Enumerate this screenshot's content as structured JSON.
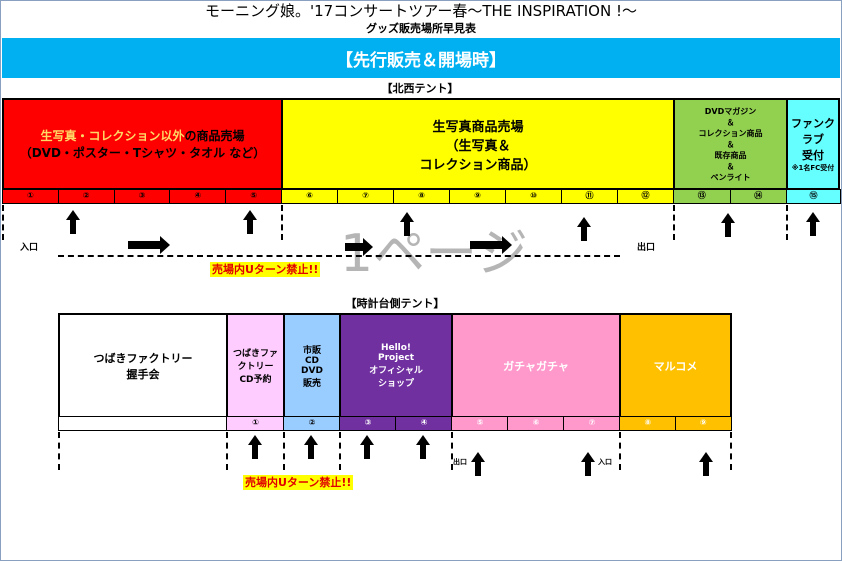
{
  "title": "モーニング娘。'17コンサートツアー春〜THE INSPIRATION !〜",
  "subtitle": "グッズ販売場所早見表",
  "banner": "【先行販売＆開場時】",
  "watermark": "1ページ",
  "north": {
    "label": "【北西テント】",
    "sections": [
      {
        "text_highlight": "生写真・コレクション以外",
        "text": "の商品売場\n（DVD・ポスター・Tシャツ・タオル など）",
        "color": "#ff0000",
        "numbers": [
          "①",
          "②",
          "③",
          "④",
          "⑤"
        ]
      },
      {
        "text": "生写真商品売場\n（生写真＆\nコレクション商品）",
        "color": "#ffff00",
        "numbers": [
          "⑥",
          "⑦",
          "⑧",
          "⑨",
          "⑩",
          "⑪",
          "⑫"
        ]
      },
      {
        "text": "DVDマガジン\n＆\nコレクション商品\n＆\n既存商品\n＆\nペンライト",
        "color": "#92d050",
        "numbers": [
          "⑬",
          "⑭"
        ]
      },
      {
        "text": "ファンクラブ\n受付",
        "note": "※1名FC受付",
        "color": "#66ffff",
        "numbers": [
          "⑮"
        ]
      }
    ],
    "entrance": "入口",
    "exit": "出口",
    "warning": "売場内Uターン禁止!!"
  },
  "clock": {
    "label": "【時計台側テント】",
    "sections": [
      {
        "text": "つばきファクトリー\n握手会",
        "color": "#ffffff",
        "numbers": [
          ""
        ]
      },
      {
        "text": "つばきファ\nクトリー\nCD予約",
        "color": "#ffccff",
        "numbers": [
          "①"
        ]
      },
      {
        "text": "市販\nCD\nDVD\n販売",
        "color": "#99ccff",
        "numbers": [
          "②"
        ]
      },
      {
        "text": "Hello!\nProject\nオフィシャル\nショップ",
        "color": "#7030a0",
        "numbers": [
          "③",
          "④"
        ]
      },
      {
        "text": "ガチャガチャ",
        "color": "#ff99cc",
        "numbers": [
          "⑤",
          "⑥",
          "⑦"
        ]
      },
      {
        "text": "マルコメ",
        "color": "#ffc000",
        "numbers": [
          "⑧",
          "⑨"
        ]
      }
    ],
    "exit": "出口",
    "entrance": "入口",
    "warning": "売場内Uターン禁止!!"
  }
}
